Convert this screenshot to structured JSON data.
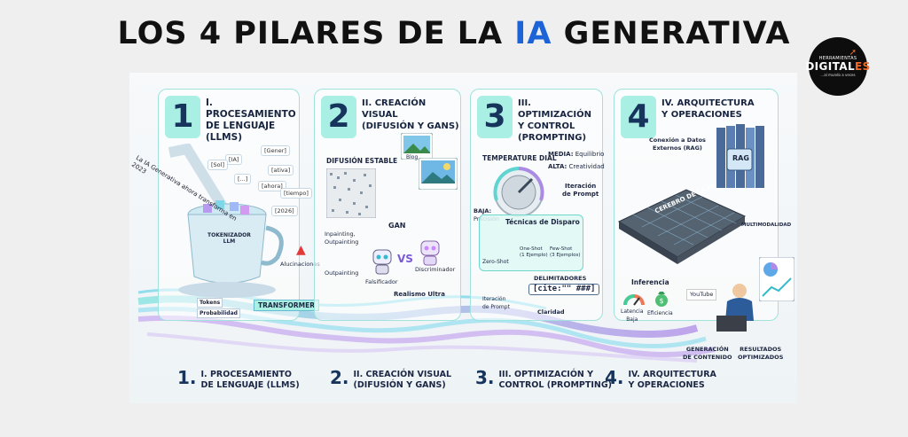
{
  "title": {
    "part1": "LOS 4 PILARES DE LA ",
    "accent": "IA",
    "part2": " GENERATIVA"
  },
  "logo": {
    "top": "HERRAMIENTAS",
    "main": "DIGITAL",
    "main_accent": "ES",
    "tagline": "...al mundo a veces"
  },
  "pillars": [
    {
      "number": "1",
      "heading": "I. PROCESAMIENTO\nDE LENGUAJE\n(LLMS)",
      "cup_label": "TOKENIZADOR\nLLM",
      "stream_text": "La IA Generativa ahora transforma en 2023",
      "tokens": [
        "[Gener]",
        "[IA]",
        "[Sol]",
        "[ativa]",
        "[ahora]",
        "[tiempo]",
        "[2026]",
        "[...]"
      ],
      "hallucination": "Alucinaciones",
      "tokens_label": "Tokens",
      "prob_label": "Probabilidad",
      "transformer": "TRANSFORMER",
      "bottom_number": "1.",
      "bottom_text": "I. PROCESAMIENTO\nDE LENGUAJE (LLMS)"
    },
    {
      "number": "2",
      "heading": "II. CREACIÓN VISUAL\n(DIFUSIÓN Y GANS)",
      "diffusion": "DIFUSIÓN ESTABLE",
      "inpainting": "Inpainting,\nOutpainting",
      "outpainting": "Outpainting",
      "gan": "GAN",
      "vs": "VS",
      "forger": "Falsificador",
      "discriminator": "Discriminador",
      "realism": "Realismo Ultra",
      "blog": "Blog",
      "bottom_number": "2.",
      "bottom_text": "II. CREACIÓN VISUAL\n(DIFUSIÓN Y GANS)"
    },
    {
      "number": "3",
      "heading": "III. OPTIMIZACIÓN\nY CONTROL\n(PROMPTING)",
      "dial_title": "TEMPERATURE DIAL",
      "media": "MEDIA:",
      "media_val": "Equilibrio",
      "alta": "ALTA:",
      "alta_val": "Creatividad",
      "baja": "BAJA:",
      "baja_val": "Precisión",
      "iteration_top": "Iteración\nde Prompt",
      "shots_title": "Técnicas de Disparo",
      "zero_shot": "Zero-Shot",
      "one_shot": "One-Shot\n(1 Ejemplo)",
      "few_shot": "Few-Shot\n(3 Ejemplos)",
      "delimiters": "DELIMITADORES",
      "delimiters_code": "[cite:\"\" ###]",
      "iteration_bottom": "Iteración\nde Prompt",
      "clarity": "Claridad",
      "bottom_number": "3.",
      "bottom_text": "III. OPTIMIZACIÓN Y\nCONTROL (PROMPTING)"
    },
    {
      "number": "4",
      "heading": "IV. ARQUITECTURA\nY OPERACIONES",
      "rag": "Conexión a Datos\nExternos (RAG)",
      "rag_book": "RAG",
      "brain": "CEREBRO DE LA IA",
      "multimodal": "MULTIMODALIDAD",
      "inference": "Inferencia",
      "latency": "Latencia\nBaja",
      "efficiency": "Eficiencia",
      "youtube": "YouTube",
      "content_gen": "GENERACIÓN\nDE CONTENIDO",
      "results": "RESULTADOS\nOPTIMIZADOS",
      "bottom_number": "4.",
      "bottom_text": "IV. ARQUITECTURA\nY OPERACIONES"
    }
  ],
  "colors": {
    "accent_blue": "#1c63d8",
    "teal": "#a9efe4",
    "purple": "#a98be6",
    "navy": "#16345c"
  }
}
